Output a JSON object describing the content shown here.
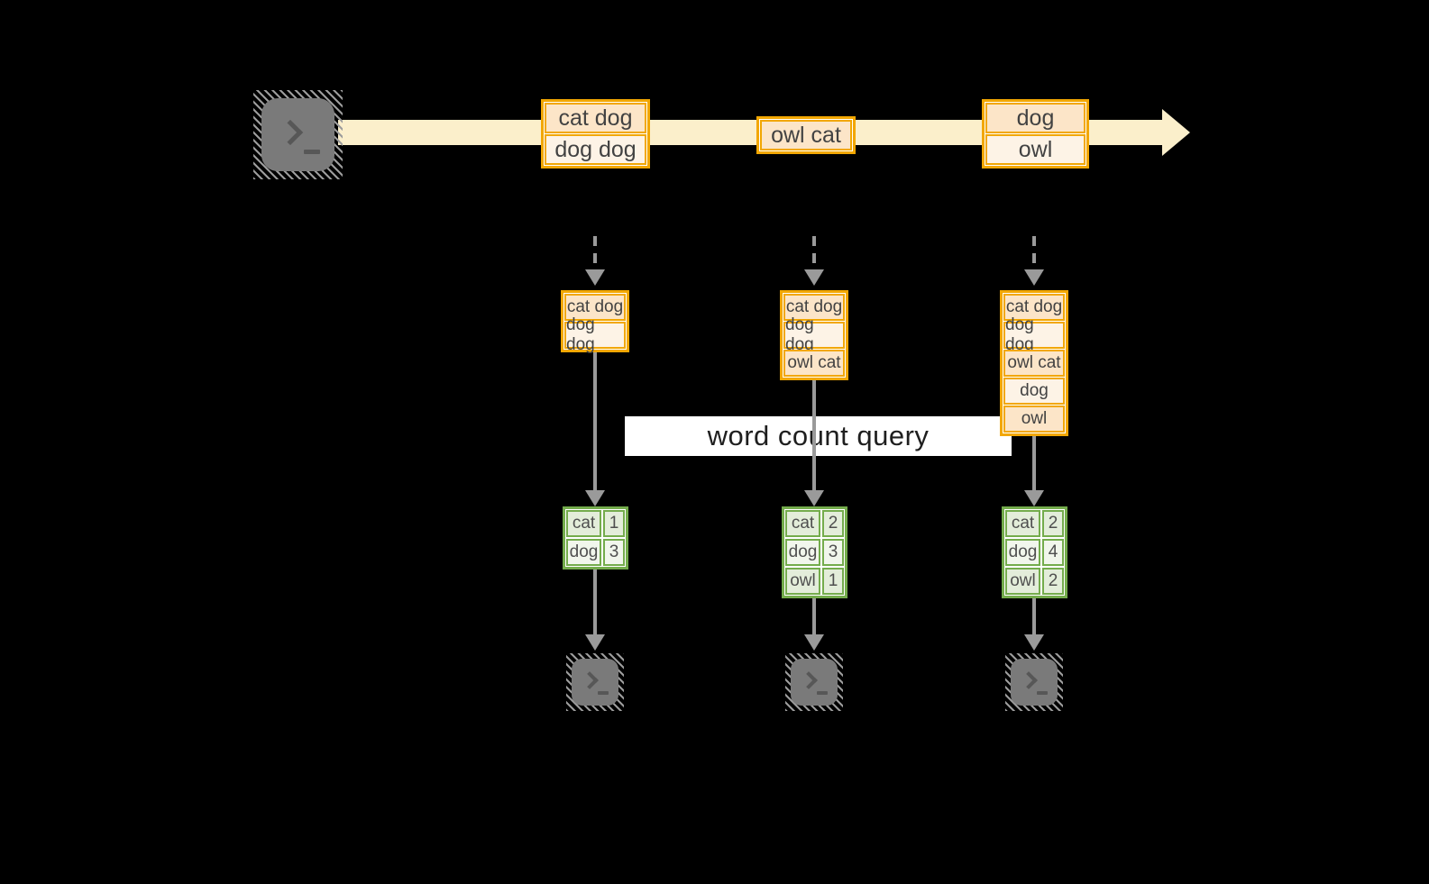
{
  "stream": {
    "events": [
      {
        "rows": [
          "cat dog",
          "dog dog"
        ]
      },
      {
        "rows": [
          "owl cat"
        ]
      },
      {
        "rows": [
          "dog",
          "owl"
        ]
      }
    ]
  },
  "query": {
    "label": "word count query"
  },
  "partitions": [
    {
      "state": [
        "cat dog",
        "dog dog"
      ],
      "counts": [
        {
          "word": "cat",
          "count": "1"
        },
        {
          "word": "dog",
          "count": "3"
        }
      ]
    },
    {
      "state": [
        "cat dog",
        "dog dog",
        "owl cat"
      ],
      "counts": [
        {
          "word": "cat",
          "count": "2"
        },
        {
          "word": "dog",
          "count": "3"
        },
        {
          "word": "owl",
          "count": "1"
        }
      ]
    },
    {
      "state": [
        "cat dog",
        "dog dog",
        "owl cat",
        "dog",
        "owl"
      ],
      "counts": [
        {
          "word": "cat",
          "count": "2"
        },
        {
          "word": "dog",
          "count": "4"
        },
        {
          "word": "owl",
          "count": "2"
        }
      ]
    }
  ],
  "icons": {
    "source": "terminal-icon",
    "sink": "terminal-icon"
  },
  "colors": {
    "background": "#000000",
    "stream_fill": "#fbefcb",
    "event_border": "#f2a702",
    "event_fill_dark": "#fce5c8",
    "event_fill_light": "#fdf3e6",
    "count_border": "#74ac4c",
    "count_fill_dark": "#e3edda",
    "count_fill_light": "#f1f6ec",
    "arrow_gray": "#9a9a9a",
    "query_label_bg": "#ffffff",
    "query_label_text": "#1f1f1f",
    "terminal_body": "#7a7a7a",
    "terminal_glyph": "#575757"
  }
}
